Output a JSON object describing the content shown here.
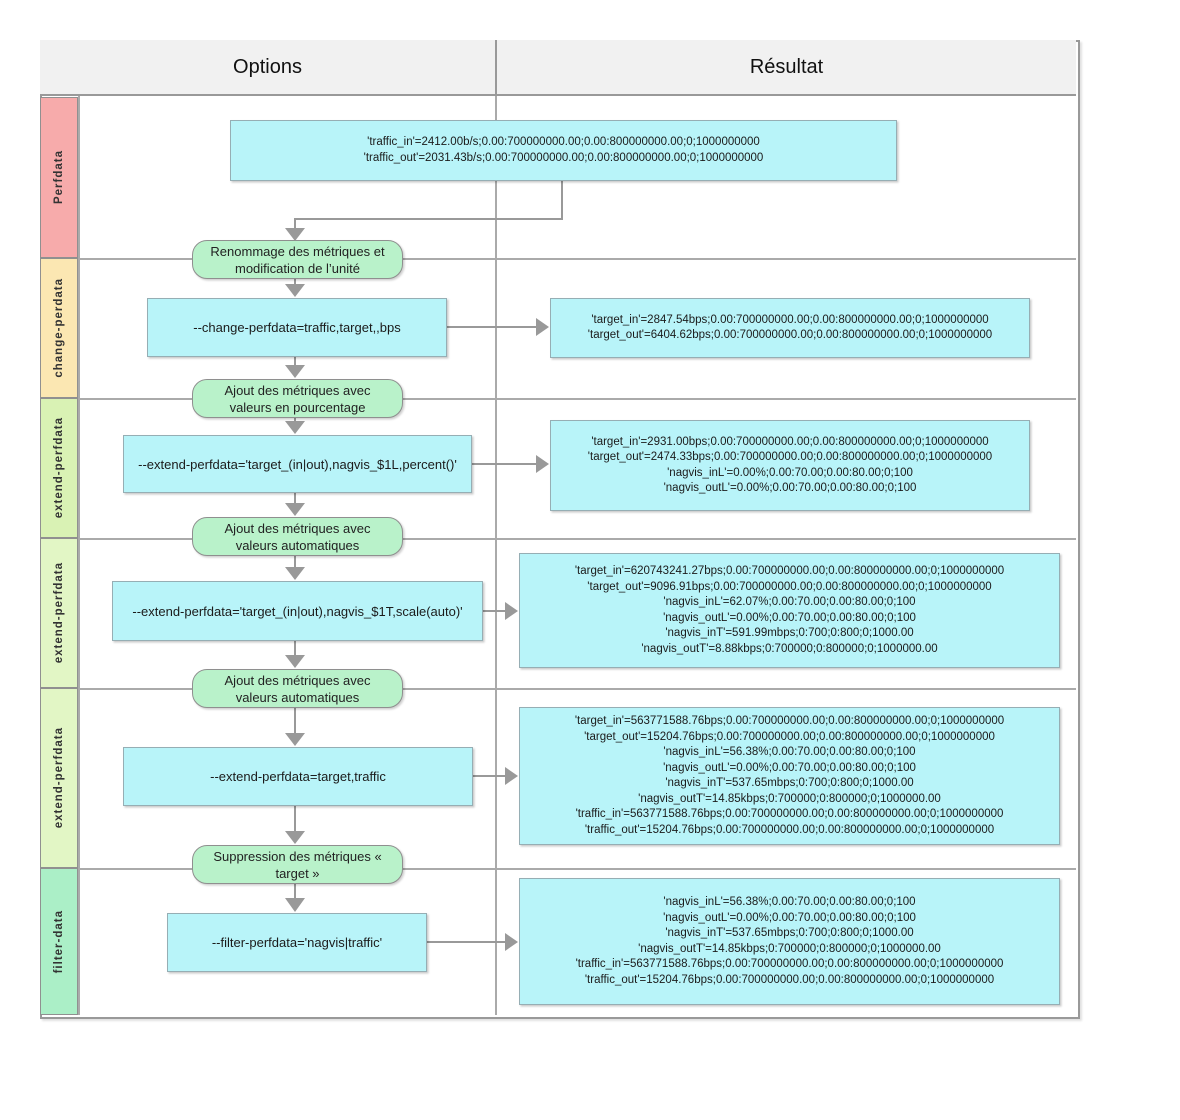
{
  "header": {
    "options": "Options",
    "resultat": "Résultat"
  },
  "colors": {
    "cyan_box": "#b8f4f9",
    "green_step": "#b9f2ca",
    "label_perfdata": "#f7abab",
    "label_change_perdata": "#fbe7b2",
    "label_extend_perfdata_1": "#d9f2b4",
    "label_extend_perfdata_2": "#e2f6c5",
    "label_extend_perfdata_3": "#e2f6c5",
    "label_filter_data": "#abefc7",
    "arrow": "#999999"
  },
  "perfdata": {
    "label": "Perfdata",
    "value": "'traffic_in'=2412.00b/s;0.00:700000000.00;0.00:800000000.00;0;1000000000\n'traffic_out'=2031.43b/s;0.00:700000000.00;0.00:800000000.00;0;1000000000"
  },
  "steps": [
    "Renommage des métriques et\nmodification de l’unité",
    "Ajout des métriques avec\nvaleurs en pourcentage",
    "Ajout des métriques avec\nvaleurs automatiques",
    "Ajout des métriques avec\nvaleurs automatiques",
    "Suppression des métriques «\ntarget »"
  ],
  "sections": [
    {
      "label": "change-perdata",
      "command": "--change-perfdata=traffic,target,,bps",
      "result": "'target_in'=2847.54bps;0.00:700000000.00;0.00:800000000.00;0;1000000000\n'target_out'=6404.62bps;0.00:700000000.00;0.00:800000000.00;0;1000000000"
    },
    {
      "label": "extend-perfdata",
      "command": "--extend-perfdata='target_(in|out),nagvis_$1L,percent()'",
      "result": "'target_in'=2931.00bps;0.00:700000000.00;0.00:800000000.00;0;1000000000\n'target_out'=2474.33bps;0.00:700000000.00;0.00:800000000.00;0;1000000000\n'nagvis_inL'=0.00%;0.00:70.00;0.00:80.00;0;100\n'nagvis_outL'=0.00%;0.00:70.00;0.00:80.00;0;100"
    },
    {
      "label": "extend-perfdata",
      "command": "--extend-perfdata='target_(in|out),nagvis_$1T,scale(auto)'",
      "result": "'target_in'=620743241.27bps;0.00:700000000.00;0.00:800000000.00;0;1000000000\n'target_out'=9096.91bps;0.00:700000000.00;0.00:800000000.00;0;1000000000\n'nagvis_inL'=62.07%;0.00:70.00;0.00:80.00;0;100\n'nagvis_outL'=0.00%;0.00:70.00;0.00:80.00;0;100\n'nagvis_inT'=591.99mbps;0:700;0:800;0;1000.00\n'nagvis_outT'=8.88kbps;0:700000;0:800000;0;1000000.00"
    },
    {
      "label": "extend-perfdata",
      "command": "--extend-perfdata=target,traffic",
      "result": "'target_in'=563771588.76bps;0.00:700000000.00;0.00:800000000.00;0;1000000000\n'target_out'=15204.76bps;0.00:700000000.00;0.00:800000000.00;0;1000000000\n'nagvis_inL'=56.38%;0.00:70.00;0.00:80.00;0;100\n'nagvis_outL'=0.00%;0.00:70.00;0.00:80.00;0;100\n'nagvis_inT'=537.65mbps;0:700;0:800;0;1000.00\n'nagvis_outT'=14.85kbps;0:700000;0:800000;0;1000000.00\n'traffic_in'=563771588.76bps;0.00:700000000.00;0.00:800000000.00;0;1000000000\n'traffic_out'=15204.76bps;0.00:700000000.00;0.00:800000000.00;0;1000000000"
    },
    {
      "label": "filter-data",
      "command": "--filter-perfdata='nagvis|traffic'",
      "result": "'nagvis_inL'=56.38%;0.00:70.00;0.00:80.00;0;100\n'nagvis_outL'=0.00%;0.00:70.00;0.00:80.00;0;100\n'nagvis_inT'=537.65mbps;0:700;0:800;0;1000.00\n'nagvis_outT'=14.85kbps;0:700000;0:800000;0;1000000.00\n'traffic_in'=563771588.76bps;0.00:700000000.00;0.00:800000000.00;0;1000000000\n'traffic_out'=15204.76bps;0.00:700000000.00;0.00:800000000.00;0;1000000000"
    }
  ]
}
